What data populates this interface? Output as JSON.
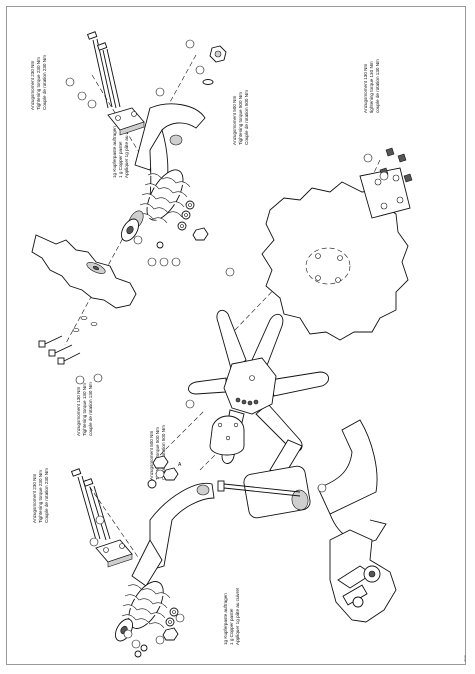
{
  "notes": {
    "torque_230_top": [
      "Anzugsmoment 230 Nm",
      "Tightening torque 230 Nm",
      "Couple de rotation 230 Nm"
    ],
    "torque_500_top": [
      "Anzugsmoment 500 Nm",
      "Tightening torque 500 Nm",
      "Couple de rotation 500 Nm"
    ],
    "torque_130_right": [
      "Anzugsmoment 130 Nm",
      "tightening torque 130 Nm",
      "couple de rotation 130 Nm"
    ],
    "grease_top": [
      "1g Kupferpaste auftragen",
      "1 g Copper paste!",
      "Appliquer 1g pâte au cuivre!"
    ],
    "torque_130_left": [
      "Anzugsmoment 130 Nm",
      "Tightening torque 130 Nm",
      "couple de rotation 130 Nm"
    ],
    "torque_500_mid": [
      "Anzugsmoment 500 Nm",
      "Tightening torque 500 Nm",
      "Couple de rotation 500 Nm"
    ],
    "torque_230_bottom": [
      "Anzugsmoment 230 Nm",
      "Tightening torque 230 Nm",
      "Couple de rotation 230 Nm"
    ],
    "grease_bottom": [
      "1g Kupferpaste auftragen",
      "1 g Copper paste!",
      "Appliquer 1g pâte au cuivre!"
    ]
  },
  "detail_marker": "A",
  "drawing_code": "3040"
}
